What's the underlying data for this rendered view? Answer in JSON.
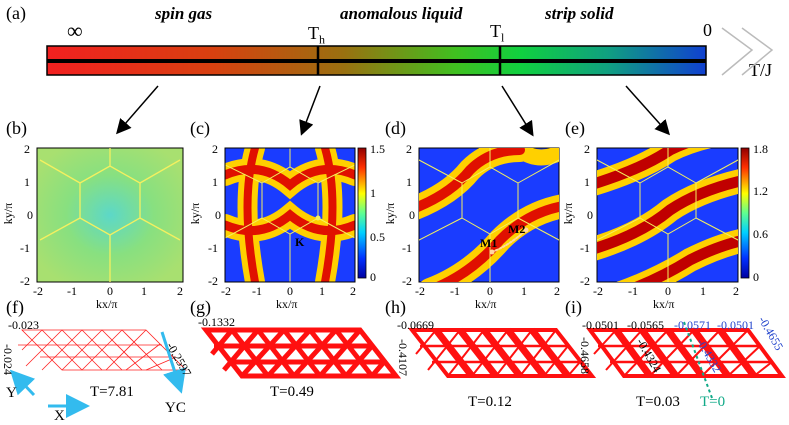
{
  "panel_a": {
    "label": "(a)",
    "phases": [
      "spin gas",
      "anomalous liquid",
      "strip solid"
    ],
    "left_end": "∞",
    "right_end": "0",
    "markers": [
      {
        "main": "T",
        "sub": "h"
      },
      {
        "main": "T",
        "sub": "l"
      }
    ],
    "axis_label": "T/J"
  },
  "colorbars": {
    "c": {
      "max": "1.5",
      "mid1": "1",
      "mid2": "0.5",
      "min": "0"
    },
    "e": {
      "max": "1.8",
      "mid1": "1.2",
      "mid2": "0.6",
      "min": "0"
    }
  },
  "maps": [
    {
      "id": "b",
      "label": "(b)"
    },
    {
      "id": "c",
      "label": "(c)",
      "point": "K"
    },
    {
      "id": "d",
      "label": "(d)",
      "points": [
        "M1",
        "M2"
      ]
    },
    {
      "id": "e",
      "label": "(e)"
    }
  ],
  "axes": {
    "xlabel": "kx/π",
    "ylabel": "ky/π",
    "ticks": [
      "-2",
      "-1",
      "0",
      "1",
      "2"
    ]
  },
  "lattices": [
    {
      "label": "(f)",
      "temp": "T=7.81",
      "vals": [
        "-0.023",
        "-0.024",
        "-0.2597"
      ],
      "dirs": [
        "Y",
        "X",
        "YC"
      ]
    },
    {
      "label": "(g)",
      "temp": "T=0.49",
      "vals": [
        "-0.1332"
      ]
    },
    {
      "label": "(h)",
      "temp": "T=0.12",
      "vals": [
        "-0.0669",
        "-0.4107"
      ]
    },
    {
      "label": "(i)",
      "temp": "T=0.03",
      "temp2": "T=0",
      "vals": [
        "-0.0501",
        "-0.0565",
        "-0.0571",
        "-0.0501",
        "-0.4655",
        "-0.4658",
        "-0.4324",
        "-0.4332"
      ]
    }
  ],
  "colors": {
    "lattice": "#ff0000",
    "blue_annot": "#2244cc",
    "green_annot": "#11aa88",
    "arrow_cyan": "#33bbee"
  }
}
